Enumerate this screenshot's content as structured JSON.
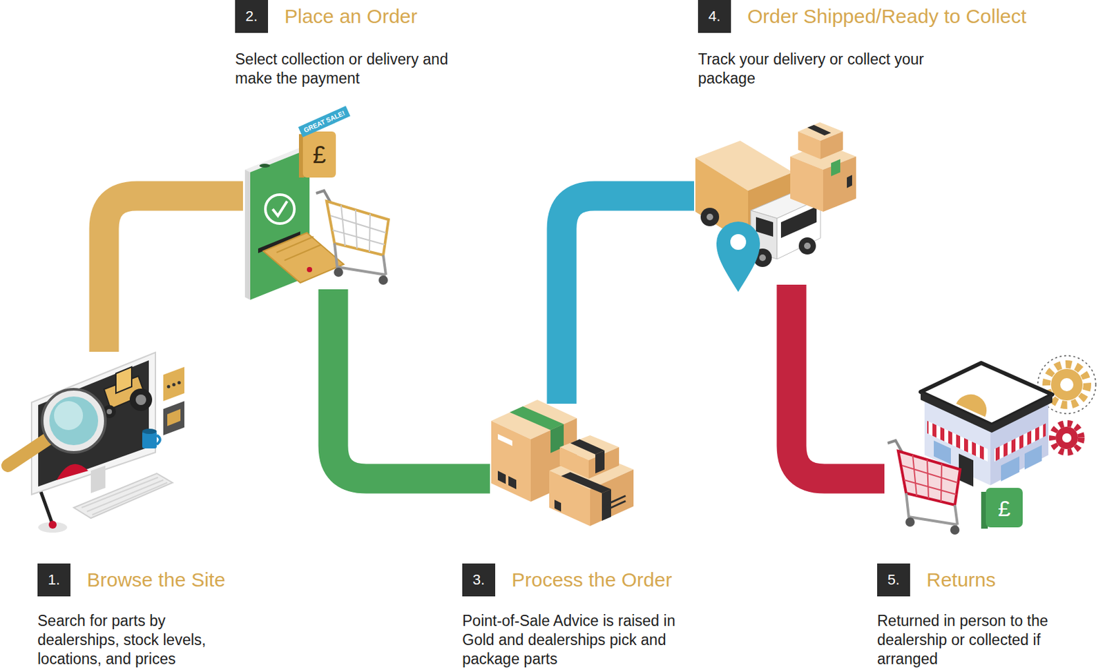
{
  "diagram": {
    "nodes": [
      {
        "text": [
          "1.",
          "Browse the Site",
          "Search for parts by dealerships, stock levels, locations, and prices"
        ]
      },
      {
        "text": [
          "2.",
          "Place an Order",
          "Select collection or delivery and make the payment"
        ]
      },
      {
        "text": [
          "3.",
          "Process the Order",
          "Point-of-Sale Advice is raised in Gold and dealerships pick and package parts"
        ]
      },
      {
        "text": [
          "4.",
          "Order Shipped/Ready to Collect",
          "Track your delivery or collect your package"
        ]
      },
      {
        "text": [
          "5.",
          "Returns",
          "Returned in person to the dealership or collected if arranged"
        ]
      }
    ],
    "edges": [
      {
        "from": 0,
        "to": 1,
        "arrow": "none"
      },
      {
        "from": 1,
        "to": 2,
        "arrow": "none"
      },
      {
        "from": 2,
        "to": 3,
        "arrow": "none"
      },
      {
        "from": 3,
        "to": 4,
        "arrow": "none"
      }
    ],
    "labels": [
      "GREAT SALE!",
      "£",
      "£"
    ]
  }
}
